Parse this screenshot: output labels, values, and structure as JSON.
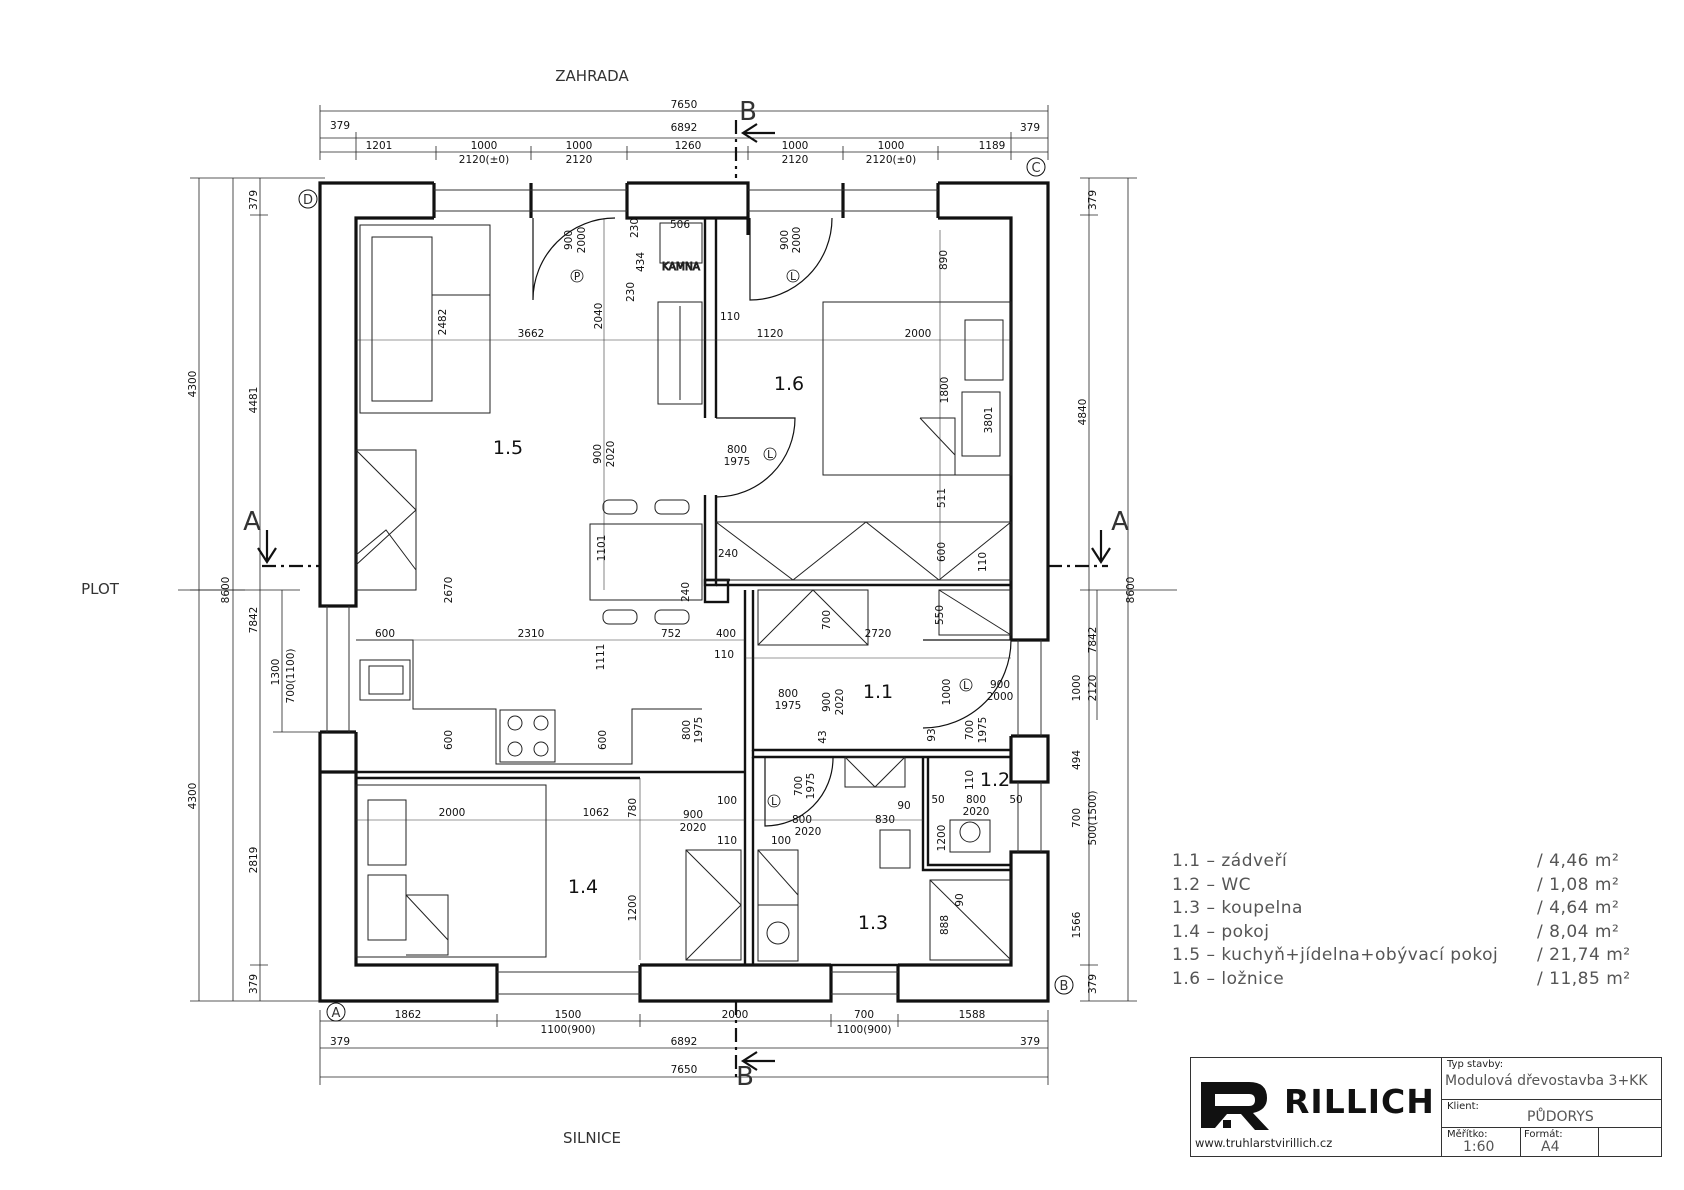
{
  "orientation": {
    "top": "ZAHRADA",
    "bottom": "SILNICE",
    "left": "PLOT"
  },
  "section_marks": {
    "a": "A",
    "b": "B"
  },
  "grid_marks": [
    "A",
    "B",
    "C",
    "D"
  ],
  "rooms": [
    {
      "id": "1.1",
      "name": "zádveří",
      "area": "4,46"
    },
    {
      "id": "1.2",
      "name": "WC",
      "area": "1,08"
    },
    {
      "id": "1.3",
      "name": "koupelna",
      "area": "4,64"
    },
    {
      "id": "1.4",
      "name": "pokoj",
      "area": "8,04"
    },
    {
      "id": "1.5",
      "name": "kuchyň+jídelna+obývací pokoj",
      "area": "21,74"
    },
    {
      "id": "1.6",
      "name": "ložnice",
      "area": "11,85"
    }
  ],
  "area_unit": "m²",
  "kamna_label": "KAMNA",
  "dimensions": {
    "top_total": "7650",
    "top_inner": "6892",
    "end": "379",
    "top_chain": [
      "1201",
      "1000",
      "1000",
      "1260",
      "1000",
      "1000",
      "1189"
    ],
    "top_sub": [
      "2120(±0)",
      "2120",
      "2120",
      "2120(±0)"
    ],
    "bottom_chain": [
      "1862",
      "1500",
      "2000",
      "700",
      "1588"
    ],
    "bottom_sub": [
      "1100(900)",
      "1100(900)"
    ],
    "bottom_inner": "6892",
    "bottom_total": "7650",
    "left": [
      "4300",
      "8600",
      "4300",
      "4481",
      "7842",
      "2819",
      "379",
      "379",
      "1300",
      "700(1100)"
    ],
    "right": [
      "379",
      "4840",
      "8600",
      "7842",
      "1000",
      "2120",
      "494",
      "700",
      "500(1500)",
      "1566",
      "379"
    ],
    "interior": [
      {
        "t": "900",
        "s": "2000"
      },
      {
        "t": "230"
      },
      {
        "t": "434"
      },
      {
        "t": "230"
      },
      {
        "t": "506"
      },
      {
        "t": "900",
        "s": "2000"
      },
      {
        "t": "890"
      },
      {
        "t": "2482"
      },
      {
        "t": "2040"
      },
      {
        "t": "3662"
      },
      {
        "t": "110"
      },
      {
        "t": "1120"
      },
      {
        "t": "2000"
      },
      {
        "t": "1800"
      },
      {
        "t": "3801"
      },
      {
        "t": "900",
        "s": "2020"
      },
      {
        "t": "800",
        "s": "1975"
      },
      {
        "t": "511"
      },
      {
        "t": "1101"
      },
      {
        "t": "240"
      },
      {
        "t": "600"
      },
      {
        "t": "110"
      },
      {
        "t": "2670"
      },
      {
        "t": "240"
      },
      {
        "t": "700"
      },
      {
        "t": "2720"
      },
      {
        "t": "550"
      },
      {
        "t": "600"
      },
      {
        "t": "2310"
      },
      {
        "t": "752"
      },
      {
        "t": "400"
      },
      {
        "t": "110"
      },
      {
        "t": "1111"
      },
      {
        "t": "800",
        "s": "1975"
      },
      {
        "t": "900",
        "s": "2020"
      },
      {
        "t": "1000"
      },
      {
        "t": "900",
        "s": "2000"
      },
      {
        "t": "600"
      },
      {
        "t": "600"
      },
      {
        "t": "800",
        "s": "1975"
      },
      {
        "t": "93"
      },
      {
        "t": "43"
      },
      {
        "t": "700"
      },
      {
        "t": "1975"
      },
      {
        "t": "110"
      },
      {
        "t": "2000"
      },
      {
        "t": "1062"
      },
      {
        "t": "780"
      },
      {
        "t": "100"
      },
      {
        "t": "900",
        "s": "2020"
      },
      {
        "t": "110"
      },
      {
        "t": "700",
        "s": "1975"
      },
      {
        "t": "800",
        "s": "2020"
      },
      {
        "t": "100"
      },
      {
        "t": "90"
      },
      {
        "t": "830"
      },
      {
        "t": "50"
      },
      {
        "t": "800",
        "s": "2020"
      },
      {
        "t": "50"
      },
      {
        "t": "1200"
      },
      {
        "t": "1200"
      },
      {
        "t": "90"
      },
      {
        "t": "888"
      }
    ]
  },
  "door_marks": [
    "P",
    "L",
    "L",
    "L",
    "L"
  ],
  "title_block": {
    "brand": "RILLICH",
    "web": "www.truhlarstvirillich.cz",
    "typ_label": "Typ stavby:",
    "typ_value": "Modulová dřevostavba 3+KK",
    "klient_label": "Klient:",
    "drawing": "PŮDORYS",
    "meritko_label": "Měřítko:",
    "meritko_value": "1:60",
    "format_label": "Formát:",
    "format_value": "A4"
  }
}
